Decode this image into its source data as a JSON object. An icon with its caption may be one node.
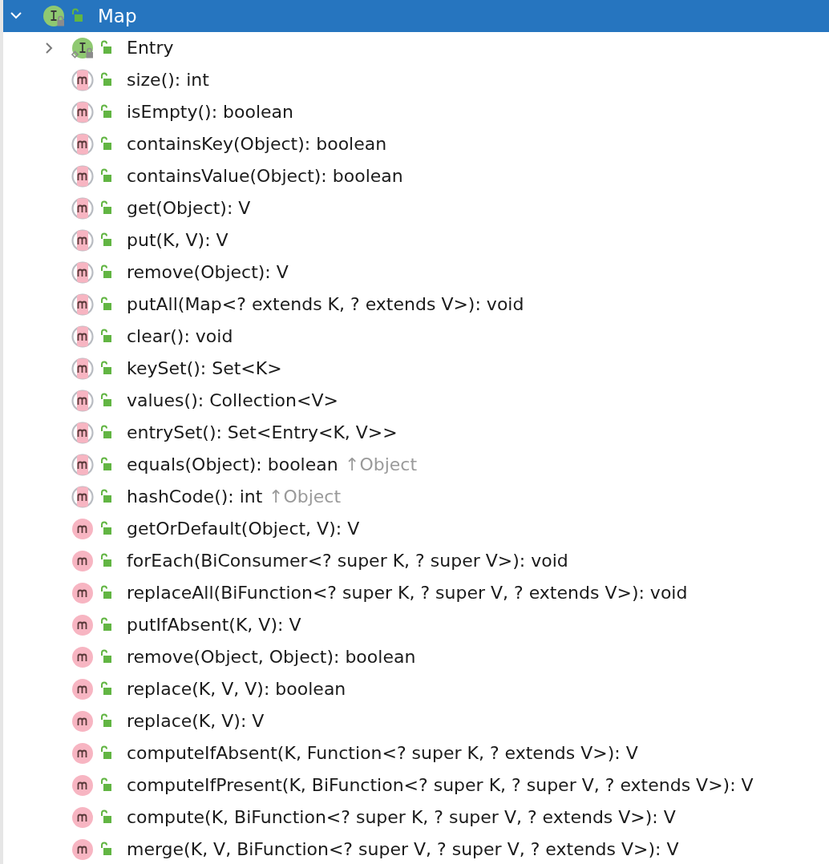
{
  "diagram": {
    "labels": [
      "Map",
      "Entry",
      "size(): int",
      "isEmpty(): boolean",
      "containsKey(Object): boolean",
      "containsValue(Object): boolean",
      "get(Object): V",
      "put(K, V): V",
      "remove(Object): V",
      "putAll(Map<? extends K, ? extends V>): void",
      "clear(): void",
      "keySet(): Set<K>",
      "values(): Collection<V>",
      "entrySet(): Set<Entry<K, V>>",
      "equals(Object): boolean",
      "↑Object",
      "hashCode(): int",
      "↑Object",
      "getOrDefault(Object, V): V",
      "forEach(BiConsumer<? super K, ? super V>): void",
      "replaceAll(BiFunction<? super K, ? super V, ? extends V>): void",
      "putIfAbsent(K, V): V",
      "remove(Object, Object): boolean",
      "replace(K, V, V): boolean",
      "replace(K, V): V",
      "computeIfAbsent(K, Function<? super K, ? extends V>): V",
      "computeIfPresent(K, BiFunction<? super K, ? super V, ? extends V>): V",
      "compute(K, BiFunction<? super K, ? super V, ? extends V>): V",
      "merge(K, V, BiFunction<? super V, ? super V, ? extends V>): V"
    ]
  }
}
